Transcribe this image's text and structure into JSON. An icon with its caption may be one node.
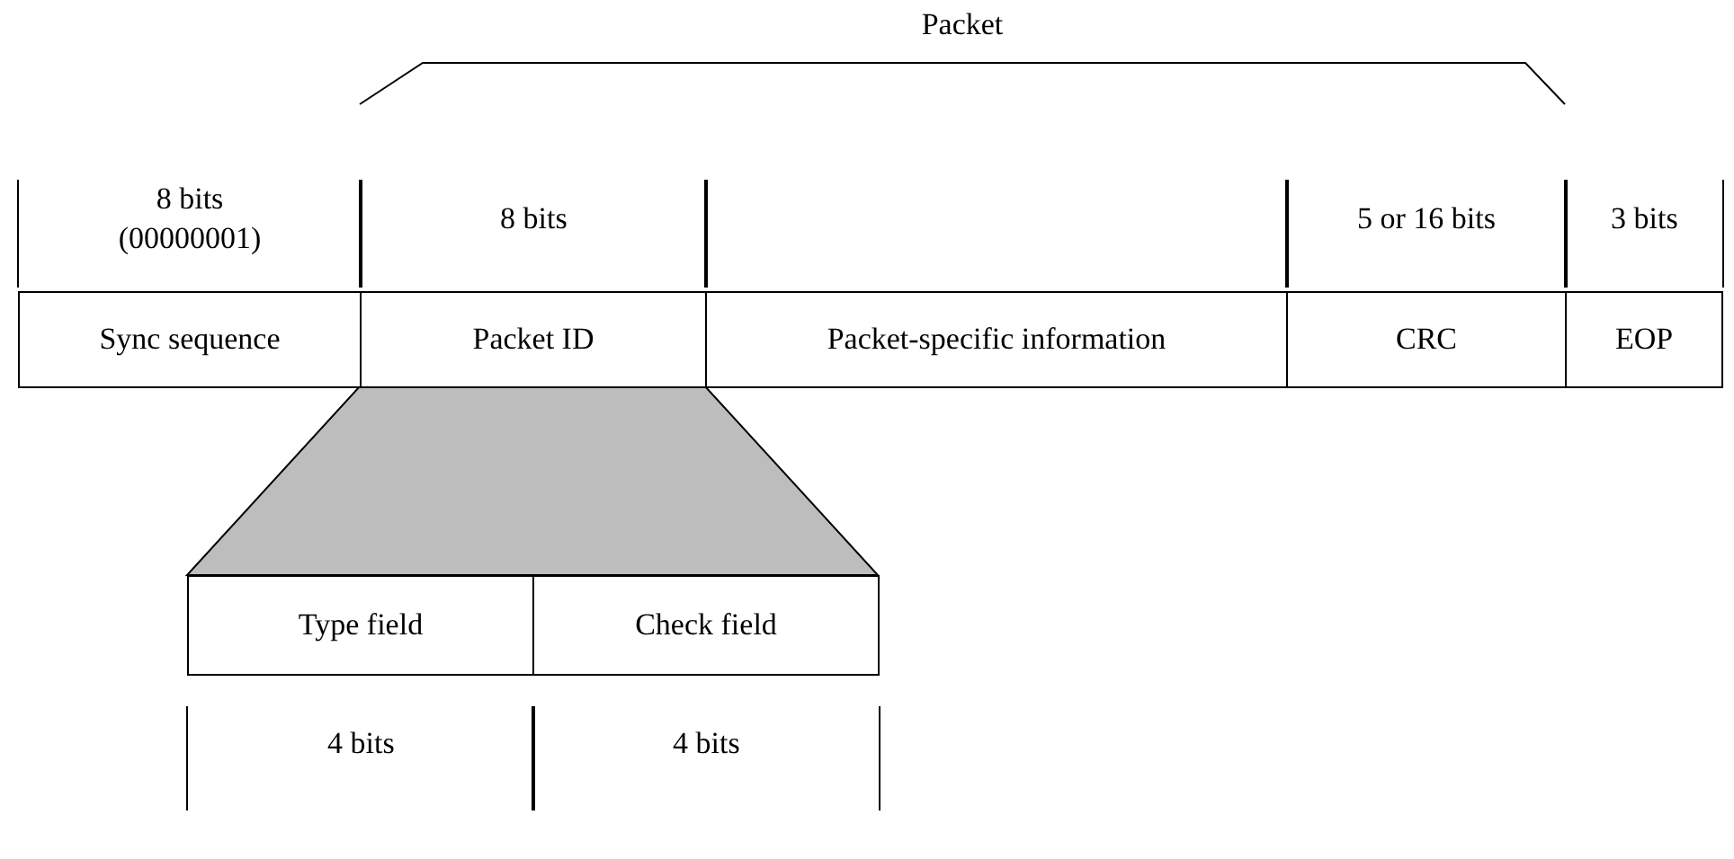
{
  "diagram": {
    "nodes": [
      {
        "text": [
          "Sync sequence"
        ],
        "beside": [
          "8 bits (00000001)"
        ]
      },
      {
        "text": [
          "Packet ID"
        ],
        "beside": [
          "8 bits"
        ]
      },
      {
        "text": [
          "Packet-specific information"
        ]
      },
      {
        "text": [
          "CRC"
        ],
        "beside": [
          "5 or 16 bits"
        ]
      },
      {
        "text": [
          "EOP"
        ],
        "beside": [
          "3 bits"
        ]
      },
      {
        "text": [],
        "shape": "trapezoid"
      },
      {
        "text": [
          "Type field"
        ],
        "beside": [
          "4 bits"
        ]
      },
      {
        "text": [
          "Check field"
        ],
        "beside": [
          "4 bits"
        ]
      }
    ],
    "edges": [],
    "labels": [
      "Packet"
    ]
  }
}
